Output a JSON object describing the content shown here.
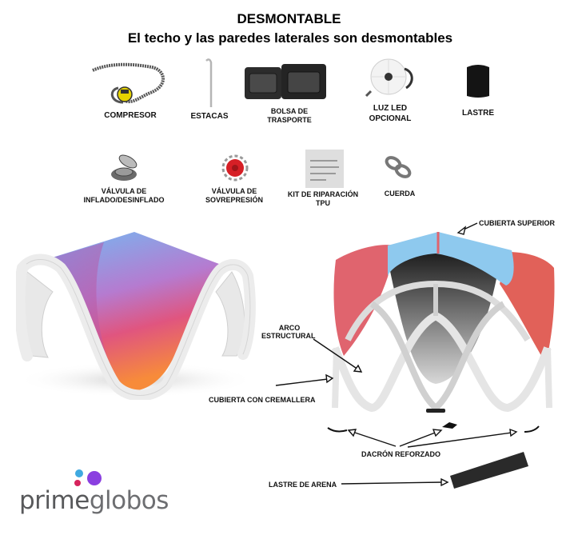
{
  "header": {
    "title": "DESMONTABLE",
    "subtitle": "El techo y las paredes laterales son desmontables"
  },
  "accessories_row1": [
    {
      "label": "COMPRESOR",
      "icon": "compressor-icon"
    },
    {
      "label": "ESTACAS",
      "icon": "stake-icon"
    },
    {
      "label_line1": "BOLSA DE",
      "label_line2": "TRASPORTE",
      "icon": "transport-bag-icon"
    },
    {
      "label_line1": "LUZ LED",
      "label_line2": "OPCIONAL",
      "icon": "led-light-icon"
    },
    {
      "label": "LASTRE",
      "icon": "ballast-icon"
    }
  ],
  "accessories_row2": [
    {
      "label_line1": "VÁLVULA DE",
      "label_line2": "INFLADO/DESINFLADO",
      "icon": "inflation-valve-icon"
    },
    {
      "label_line1": "VÁLVULA DE",
      "label_line2": "SOVREPRESIÓN",
      "icon": "overpressure-valve-icon"
    },
    {
      "label_line1": "KIT DE RIPARACIÓN",
      "label_line2": "TPU",
      "icon": "repair-kit-icon"
    },
    {
      "label": "CUERDA",
      "icon": "rope-icon"
    }
  ],
  "diagram": {
    "callouts": {
      "top_cover": "CUBIERTA SUPERIOR",
      "arch_line1": "ARCO",
      "arch_line2": "ESTRUCTURAL",
      "zip_cover": "CUBIERTA CON CREMALLERA",
      "dacron": "DACRÓN REFORZADO",
      "sand_ballast": "LASTRE DE ARENA"
    },
    "colors": {
      "gradient_top": "#6fb8f0",
      "gradient_mid": "#d85a8e",
      "gradient_bottom": "#f58a3c",
      "side_panel": "#e0646e",
      "top_panel": "#8ec9ee",
      "frame": "#e6e6e6"
    }
  },
  "brand": {
    "name_part1": "prime",
    "name_part2": "globos",
    "dot_colors": [
      "#3fa9e0",
      "#d6235c",
      "#8a3fe0"
    ]
  }
}
